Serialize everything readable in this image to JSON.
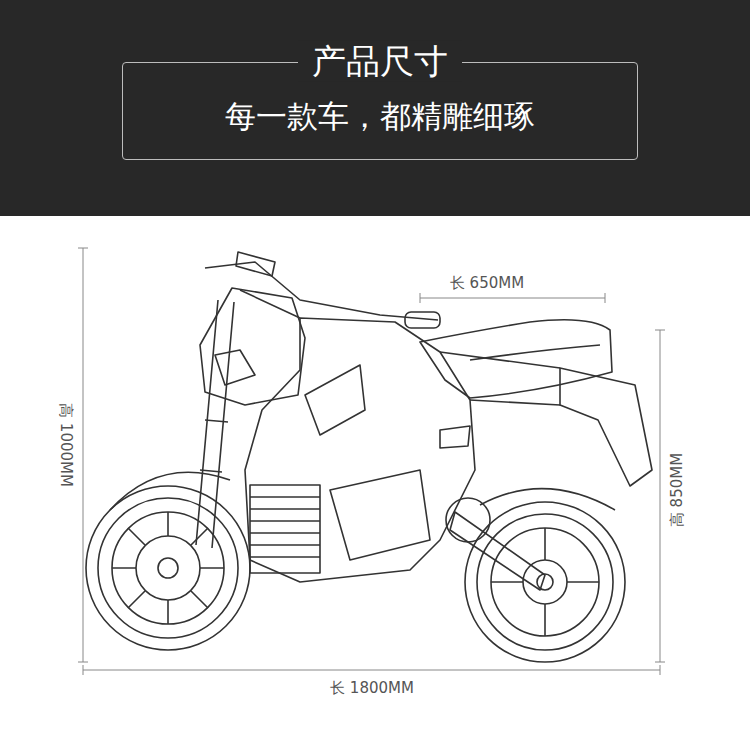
{
  "diagram": {
    "nodes": [
      {
        "text": [
          "产品尺寸",
          "每一款车，都精雕细琢"
        ]
      }
    ],
    "labels": [
      "长 650MM",
      "高 1000MM",
      "高 850MM",
      "长 1800MM"
    ]
  }
}
